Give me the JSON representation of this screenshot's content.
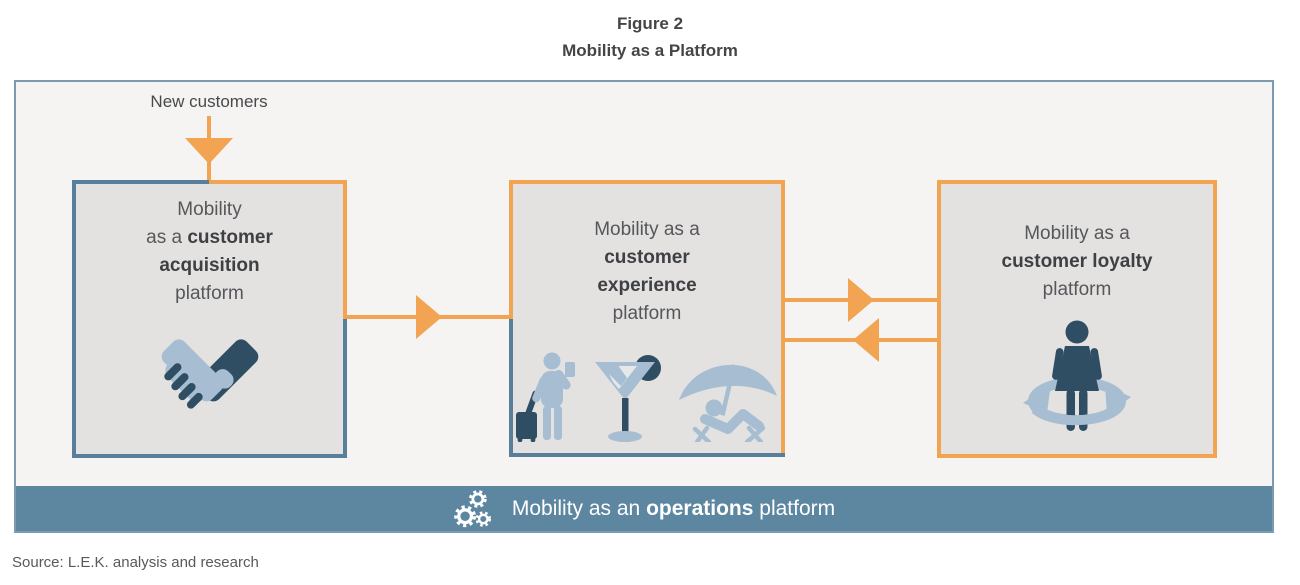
{
  "figure": {
    "label": "Figure 2",
    "title": "Mobility as a Platform"
  },
  "diagram": {
    "new_customers_label": "New customers",
    "boxes": {
      "acquisition": {
        "line1": "Mobility",
        "line2_normal": "as a ",
        "line2_bold": "customer",
        "line3_bold": "acquisition",
        "line4": "platform",
        "icon": "handshake-icon"
      },
      "experience": {
        "line1": "Mobility as a",
        "line2_bold": "customer",
        "line3_bold": "experience",
        "line4": "platform",
        "icons": [
          "traveler-suitcase-icon",
          "cocktail-icon",
          "beach-umbrella-icon"
        ]
      },
      "loyalty": {
        "line1": "Mobility as a",
        "line2_bold": "customer loyalty",
        "line3": "platform",
        "icon": "loyalty-loop-person-icon"
      }
    },
    "operations_banner": {
      "text_pre": "Mobility as an ",
      "text_bold": "operations",
      "text_post": " platform",
      "icon": "gears-icon"
    },
    "flow_arrows": [
      "down-into-acquisition",
      "acquisition-to-experience",
      "experience-to-loyalty",
      "loyalty-to-experience"
    ]
  },
  "source_note": "Source: L.E.K. analysis and research",
  "colors": {
    "orange": "#F2A452",
    "banner_blue": "#5D87A1",
    "box_border_blue": "#577E9B",
    "panel_border": "#7C9BB0",
    "panel_bg": "#F5F4F3",
    "box_bg": "#E3E2E1",
    "dark_navy": "#2F4D63",
    "light_blue": "#A7BED2",
    "text_dark": "#3F4043",
    "text_gray": "#56575A"
  }
}
